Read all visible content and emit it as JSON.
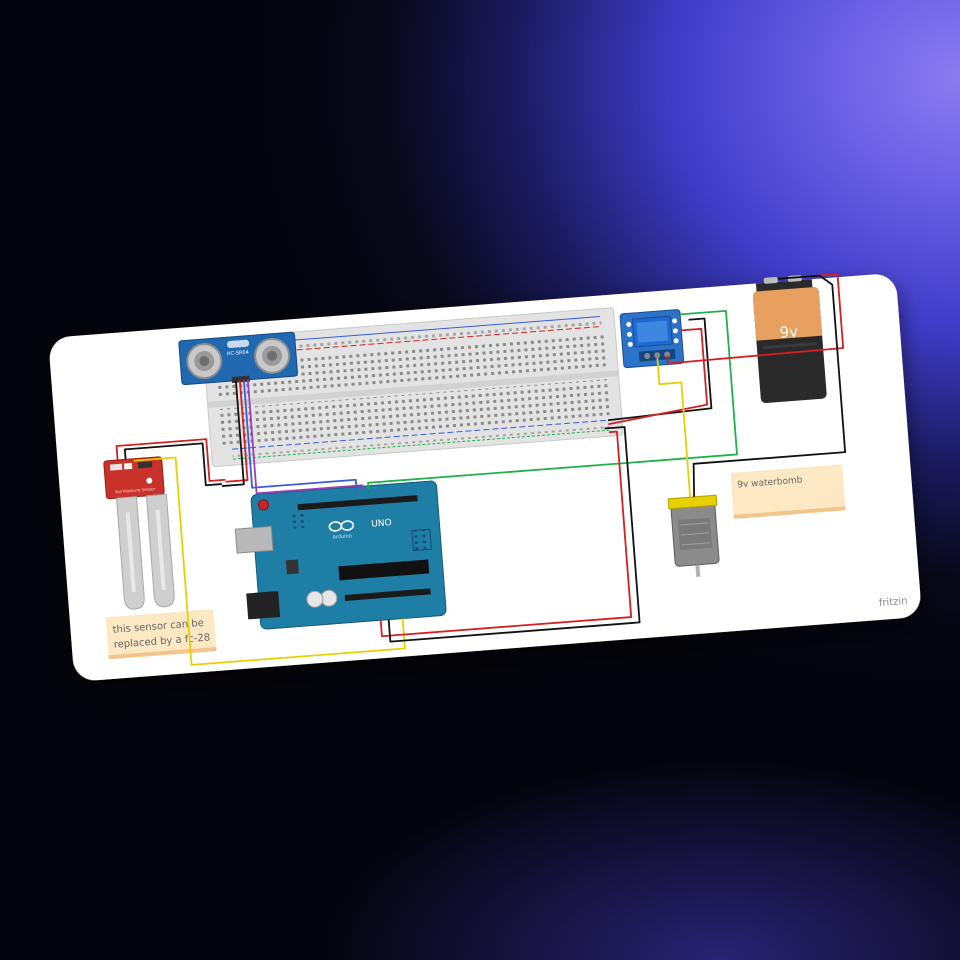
{
  "canvas": {
    "watermark": "fritzin"
  },
  "components": {
    "ultrasonic_label": "HC-SR04",
    "arduino_brand": "Arduino",
    "arduino_model": "UNO",
    "battery_label": "9v",
    "moisture_sensor_label": "Soil Moisture Sensor"
  },
  "notes": {
    "sensor_note_line1": "this sensor can be",
    "sensor_note_line2": "replaced by a fc-28",
    "pump_note": "9v waterbomb"
  },
  "colors": {
    "background_dark": "#04040c",
    "background_accent": "#7b6ef0",
    "canvas": "#ffffff",
    "arduino_blue": "#1f7ea5",
    "relay_blue": "#2a73c9",
    "sensor_red": "#c8322b",
    "battery_orange": "#e8a060",
    "battery_black": "#2a2a2a",
    "wire_red": "#d42020",
    "wire_black": "#111111",
    "wire_yellow": "#e8d000",
    "wire_green": "#22b14c",
    "wire_blue": "#3b5bd8",
    "wire_purple": "#9b3fb8",
    "note_bg": "#fde8c4"
  }
}
